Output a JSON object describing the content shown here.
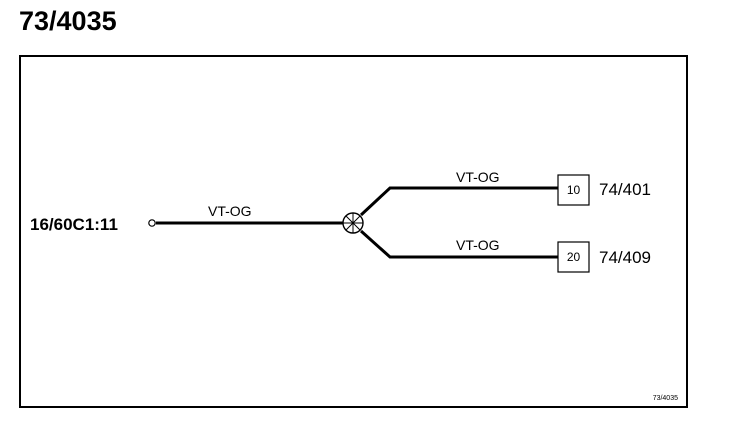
{
  "title": "73/4035",
  "source": {
    "label": "16/60C1:11"
  },
  "trunk": {
    "wire_label": "VT-OG"
  },
  "branches": [
    {
      "wire_label": "VT-OG",
      "pin": "10",
      "destination": "74/401"
    },
    {
      "wire_label": "VT-OG",
      "pin": "20",
      "destination": "74/409"
    }
  ],
  "footer_ref": "73/4035",
  "colors": {
    "line": "#000000",
    "background": "#ffffff"
  }
}
